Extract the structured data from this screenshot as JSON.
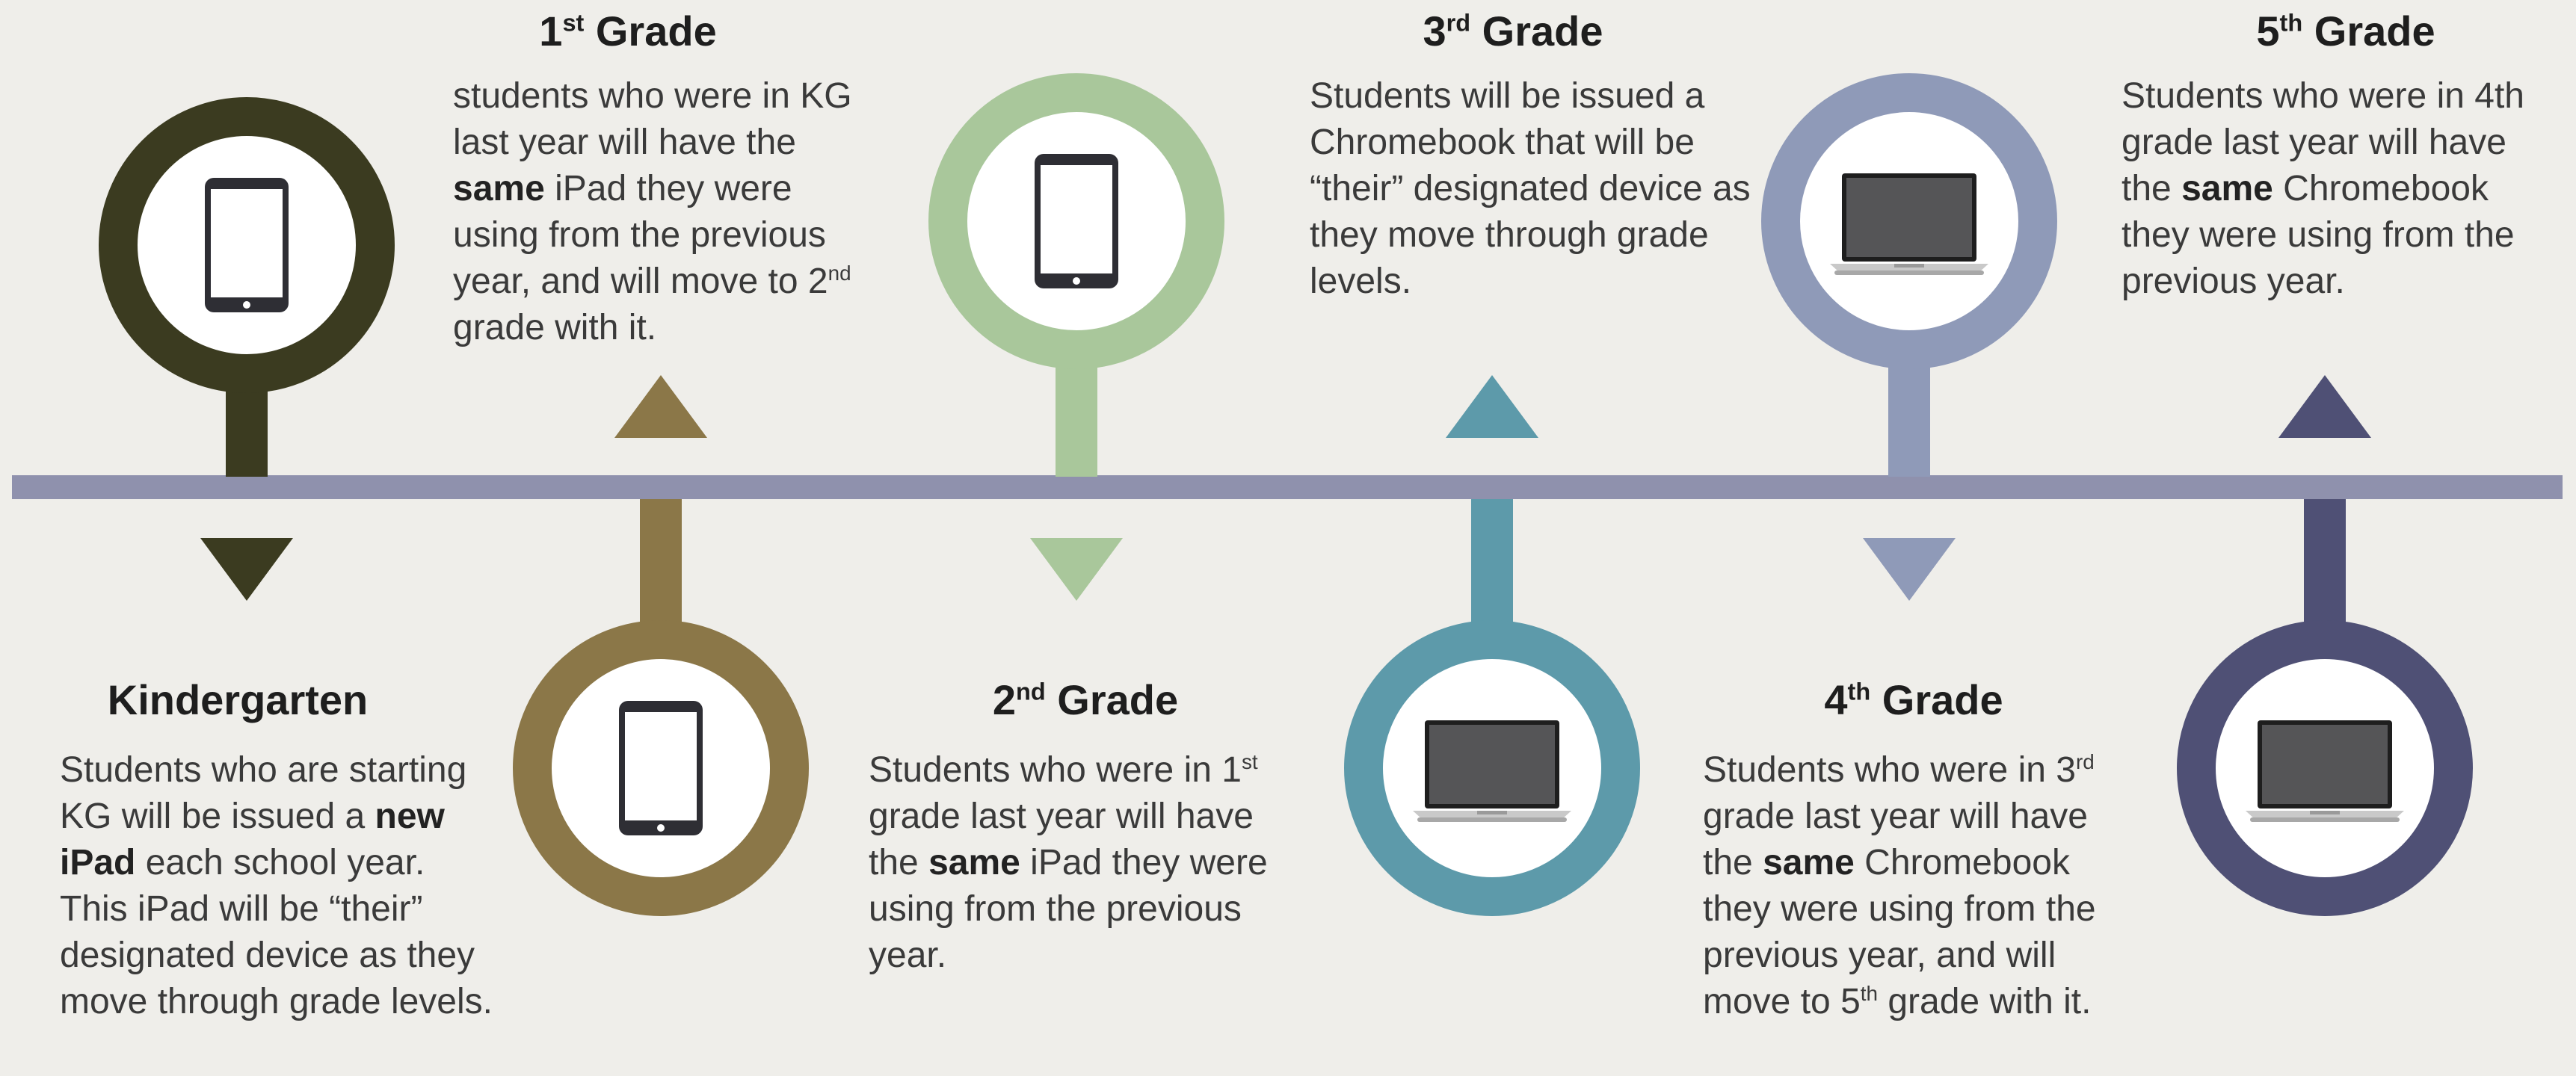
{
  "colors": {
    "kindergarten": "#3b3b20",
    "grade1": "#8b7748",
    "grade2": "#a9c79b",
    "grade3": "#5d9aaa",
    "grade4": "#8f9ab8",
    "grade5": "#4f5075",
    "timeline": "#8f91ad"
  },
  "grades": [
    {
      "title": "Kindergarten",
      "title_sup": "",
      "title_rest": "",
      "device": "tablet-icon",
      "desc": [
        {
          "t": "Students who are starting KG will be issued a "
        },
        {
          "t": "new iPad",
          "b": true
        },
        {
          "t": " each school year. This iPad will be “their” designated device as they move through grade levels."
        }
      ]
    },
    {
      "title": "1",
      "title_sup": "st",
      "title_rest": " Grade",
      "device": "tablet-icon",
      "desc": [
        {
          "t": "students who were in KG last year will have the "
        },
        {
          "t": "same",
          "b": true
        },
        {
          "t": " iPad they were using from the previous year, and will move to 2"
        },
        {
          "t": "nd",
          "s": true
        },
        {
          "t": " grade with it."
        }
      ]
    },
    {
      "title": "2",
      "title_sup": "nd",
      "title_rest": " Grade",
      "device": "tablet-icon",
      "desc": [
        {
          "t": "Students who were in 1"
        },
        {
          "t": "st",
          "s": true
        },
        {
          "t": " grade last year will have the "
        },
        {
          "t": "same",
          "b": true
        },
        {
          "t": " iPad they were using from the previous year."
        }
      ]
    },
    {
      "title": "3",
      "title_sup": "rd",
      "title_rest": " Grade",
      "device": "laptop-icon",
      "desc": [
        {
          "t": "Students will be issued a Chromebook that will be “their” designated device as they move through grade levels."
        }
      ]
    },
    {
      "title": "4",
      "title_sup": "th",
      "title_rest": " Grade",
      "device": "laptop-icon",
      "desc": [
        {
          "t": "Students who were in 3"
        },
        {
          "t": "rd",
          "s": true
        },
        {
          "t": " grade last year will have the "
        },
        {
          "t": "same",
          "b": true
        },
        {
          "t": " Chromebook they were using from the previous year, and will move to 5"
        },
        {
          "t": "th",
          "s": true
        },
        {
          "t": " grade with it."
        }
      ]
    },
    {
      "title": "5",
      "title_sup": "th",
      "title_rest": " Grade",
      "device": "laptop-icon",
      "desc": [
        {
          "t": "Students who were in 4th grade last year will have the "
        },
        {
          "t": "same",
          "b": true
        },
        {
          "t": " Chromebook they were using from the previous year."
        }
      ]
    }
  ]
}
